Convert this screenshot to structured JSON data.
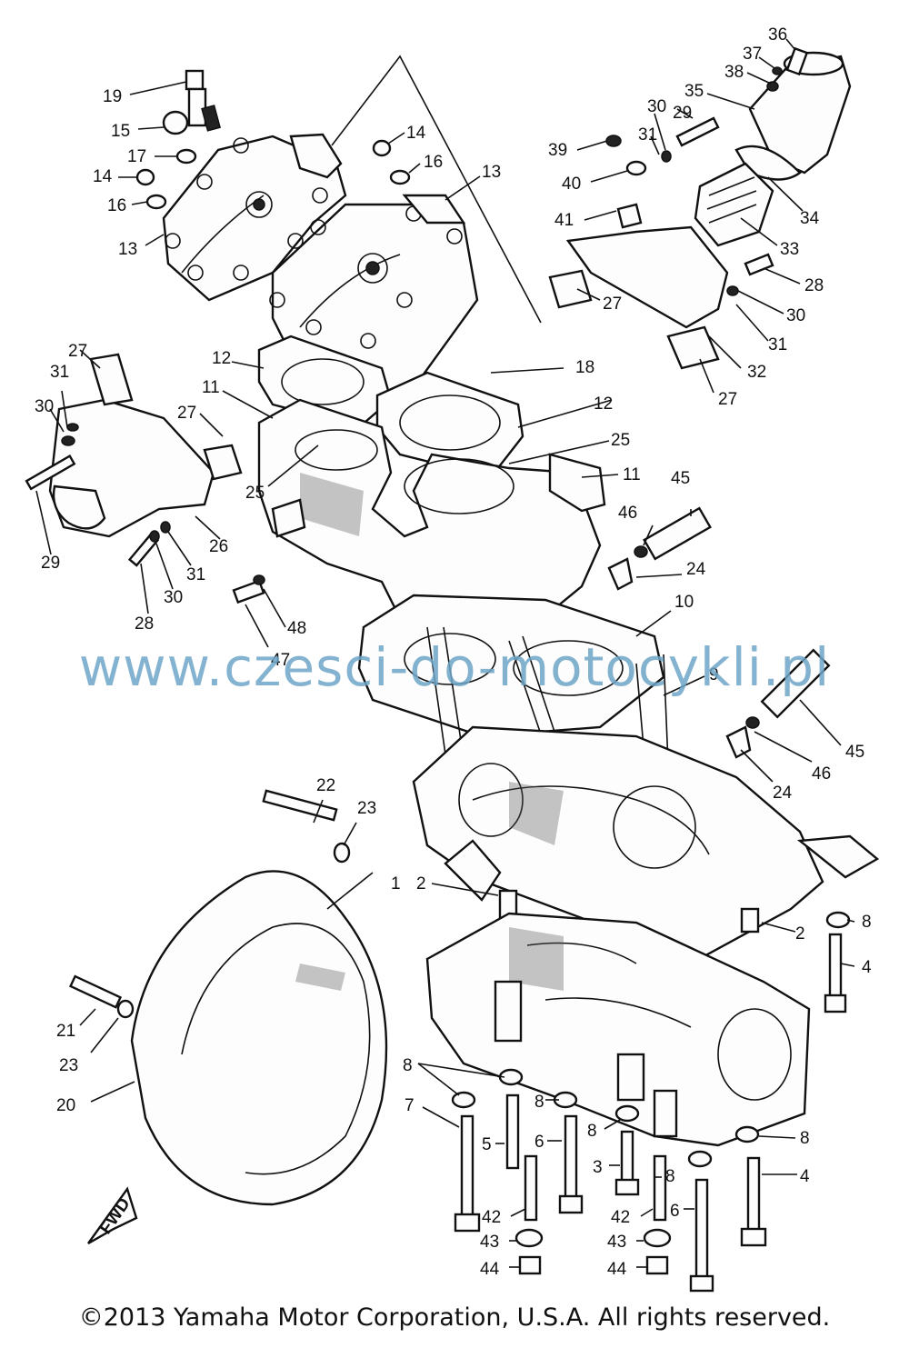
{
  "diagram": {
    "callouts": [
      {
        "id": "c36",
        "text": "36"
      },
      {
        "id": "c37",
        "text": "37"
      },
      {
        "id": "c38",
        "text": "38"
      },
      {
        "id": "c35",
        "text": "35"
      },
      {
        "id": "c19",
        "text": "19"
      },
      {
        "id": "c30a",
        "text": "30"
      },
      {
        "id": "c29a",
        "text": "29"
      },
      {
        "id": "c31a",
        "text": "31"
      },
      {
        "id": "c15",
        "text": "15"
      },
      {
        "id": "c14a",
        "text": "14"
      },
      {
        "id": "c39",
        "text": "39"
      },
      {
        "id": "c17",
        "text": "17"
      },
      {
        "id": "c16a",
        "text": "16"
      },
      {
        "id": "c13a",
        "text": "13"
      },
      {
        "id": "c40",
        "text": "40"
      },
      {
        "id": "c14b",
        "text": "14"
      },
      {
        "id": "c16b",
        "text": "16"
      },
      {
        "id": "c13b",
        "text": "13"
      },
      {
        "id": "c41",
        "text": "41"
      },
      {
        "id": "c34",
        "text": "34"
      },
      {
        "id": "c33",
        "text": "33"
      },
      {
        "id": "c28a",
        "text": "28"
      },
      {
        "id": "c30b",
        "text": "30"
      },
      {
        "id": "c27a",
        "text": "27"
      },
      {
        "id": "c31b",
        "text": "31"
      },
      {
        "id": "c32",
        "text": "32"
      },
      {
        "id": "c12a",
        "text": "12"
      },
      {
        "id": "c18",
        "text": "18"
      },
      {
        "id": "c27b",
        "text": "27"
      },
      {
        "id": "c27c",
        "text": "27"
      },
      {
        "id": "c31c",
        "text": "31"
      },
      {
        "id": "c11a",
        "text": "11"
      },
      {
        "id": "c30c",
        "text": "30"
      },
      {
        "id": "c27d",
        "text": "27"
      },
      {
        "id": "c12b",
        "text": "12"
      },
      {
        "id": "c25a",
        "text": "25"
      },
      {
        "id": "c11b",
        "text": "11"
      },
      {
        "id": "c25b",
        "text": "25"
      },
      {
        "id": "c45a",
        "text": "45"
      },
      {
        "id": "c46a",
        "text": "46"
      },
      {
        "id": "c26",
        "text": "26"
      },
      {
        "id": "c29b",
        "text": "29"
      },
      {
        "id": "c31d",
        "text": "31"
      },
      {
        "id": "c24a",
        "text": "24"
      },
      {
        "id": "c30d",
        "text": "30"
      },
      {
        "id": "c28b",
        "text": "28"
      },
      {
        "id": "c48",
        "text": "48"
      },
      {
        "id": "c10",
        "text": "10"
      },
      {
        "id": "c47",
        "text": "47"
      },
      {
        "id": "c9",
        "text": "9"
      },
      {
        "id": "c45b",
        "text": "45"
      },
      {
        "id": "c46b",
        "text": "46"
      },
      {
        "id": "c24b",
        "text": "24"
      },
      {
        "id": "c22",
        "text": "22"
      },
      {
        "id": "c23a",
        "text": "23"
      },
      {
        "id": "c1",
        "text": "1"
      },
      {
        "id": "c2a",
        "text": "2"
      },
      {
        "id": "c8a",
        "text": "8"
      },
      {
        "id": "c2b",
        "text": "2"
      },
      {
        "id": "c4a",
        "text": "4"
      },
      {
        "id": "c21",
        "text": "21"
      },
      {
        "id": "c23b",
        "text": "23"
      },
      {
        "id": "c8b",
        "text": "8"
      },
      {
        "id": "c20",
        "text": "20"
      },
      {
        "id": "c8c",
        "text": "8"
      },
      {
        "id": "c7",
        "text": "7"
      },
      {
        "id": "c8d",
        "text": "8"
      },
      {
        "id": "c8e",
        "text": "8"
      },
      {
        "id": "c5",
        "text": "5"
      },
      {
        "id": "c6a",
        "text": "6"
      },
      {
        "id": "c3",
        "text": "3"
      },
      {
        "id": "c8f",
        "text": "8"
      },
      {
        "id": "c4b",
        "text": "4"
      },
      {
        "id": "c42a",
        "text": "42"
      },
      {
        "id": "c42b",
        "text": "42"
      },
      {
        "id": "c6b",
        "text": "6"
      },
      {
        "id": "c43a",
        "text": "43"
      },
      {
        "id": "c43b",
        "text": "43"
      },
      {
        "id": "c44a",
        "text": "44"
      },
      {
        "id": "c44b",
        "text": "44"
      }
    ],
    "fwd_label": "FWD"
  },
  "watermark": "www.czesci-do-motocykli.pl",
  "copyright": "©2013 Yamaha Motor Corporation, U.S.A. All rights reserved."
}
